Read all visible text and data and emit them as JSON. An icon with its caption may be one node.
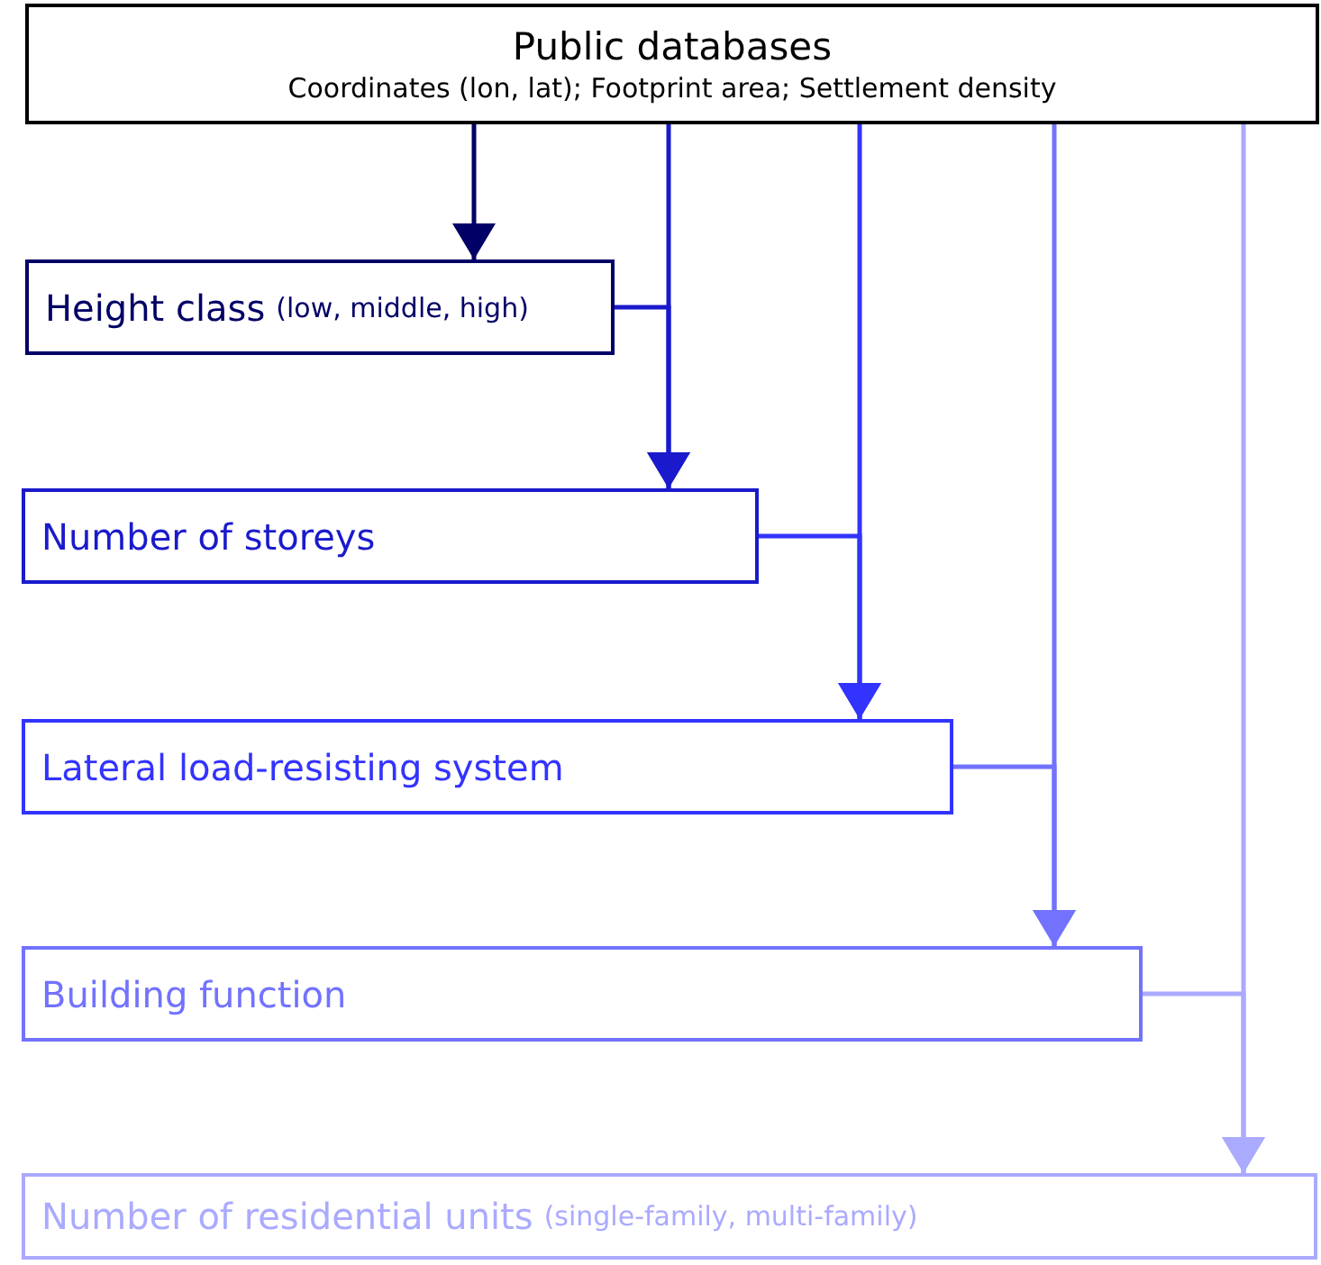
{
  "diagram": {
    "nodes": [
      {
        "text": [
          "Public databases",
          "Coordinates (lon, lat); Footprint area; Settlement density"
        ]
      },
      {
        "text": [
          "Height class",
          "(low, middle, high)"
        ]
      },
      {
        "text": [
          "Number of storeys"
        ]
      },
      {
        "text": [
          "Lateral load-resisting system"
        ]
      },
      {
        "text": [
          "Building function"
        ]
      },
      {
        "text": [
          "Number of residential units",
          "(single-family, multi-family)"
        ]
      }
    ],
    "edges": [
      {
        "from": 0,
        "to": 1,
        "arrow": "to",
        "color": "#000066"
      },
      {
        "from": 0,
        "to": 2,
        "arrow": "to",
        "color": "#1a1acc"
      },
      {
        "from": 1,
        "to": 2,
        "arrow": "to",
        "color": "#1a1acc"
      },
      {
        "from": 0,
        "to": 3,
        "arrow": "to",
        "color": "#3333ff"
      },
      {
        "from": 2,
        "to": 3,
        "arrow": "to",
        "color": "#3333ff"
      },
      {
        "from": 0,
        "to": 4,
        "arrow": "to",
        "color": "#7272ff"
      },
      {
        "from": 3,
        "to": 4,
        "arrow": "to",
        "color": "#7272ff"
      },
      {
        "from": 0,
        "to": 5,
        "arrow": "to",
        "color": "#aaaaff"
      },
      {
        "from": 4,
        "to": 5,
        "arrow": "to",
        "color": "#aaaaff"
      }
    ]
  }
}
